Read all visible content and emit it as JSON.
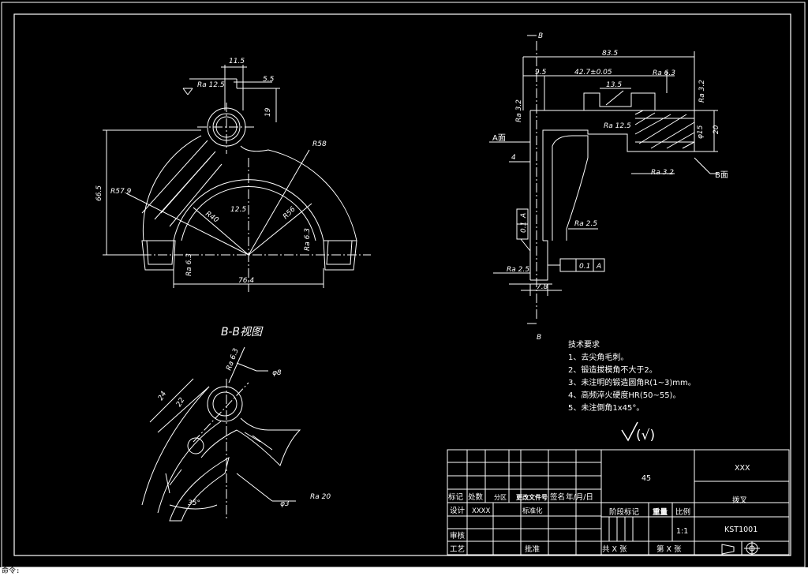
{
  "left_view": {
    "dims": [
      "11.5",
      "5.5",
      "19",
      "66.5",
      "R57.9",
      "R40",
      "12.5",
      "R58",
      "R56",
      "76.4",
      "Ra 12.5",
      "Ra 6.3",
      "Ra 6.3"
    ]
  },
  "right_view": {
    "dims": [
      "83.5",
      "9.5",
      "42.7±0.05",
      "13.5",
      "Ra 6.3",
      "Ra 3.2",
      "Ra 12.5",
      "Ra 3.2",
      "Ra 2.5",
      "Ra 2.5",
      "Ra 3.2",
      "20",
      "φ15",
      "4",
      "7.8",
      "0.1",
      "A",
      "0.1",
      "A"
    ],
    "section_marks": [
      "B",
      "B"
    ],
    "face_labels": [
      "A面",
      "B面"
    ]
  },
  "section_view": {
    "title": "B-B视图",
    "dims": [
      "Ra 6.3",
      "φ8",
      "24",
      "22",
      "35°",
      "φ3",
      "Ra 20"
    ]
  },
  "tech_requirements": {
    "title": "技术要求",
    "items": [
      "1、去尖角毛刺。",
      "2、锻造拔模角不大于2。",
      "3、未注明的锻造圆角R(1~3)mm。",
      "4、高频淬火硬度HR(50~55)。",
      "5、未注倒角1x45°。"
    ]
  },
  "roughness_symbol": "(√)",
  "title_block": {
    "material": "45",
    "company": "XXX",
    "part_name": "拨叉",
    "drawing_number": "KST1001",
    "row_labels": [
      "标记",
      "处数",
      "分区",
      "更改文件号",
      "签名",
      "年/月/日"
    ],
    "design": "设计",
    "designer": "XXXX",
    "standardize": "标准化",
    "review": "审核",
    "process": "工艺",
    "approve": "批准",
    "stage_mark": "阶段标记",
    "weight": "重量",
    "scale_label": "比例",
    "scale": "1:1",
    "sheets_total": "共 X 张",
    "sheet_number": "第 X 张"
  },
  "status": "命令:"
}
